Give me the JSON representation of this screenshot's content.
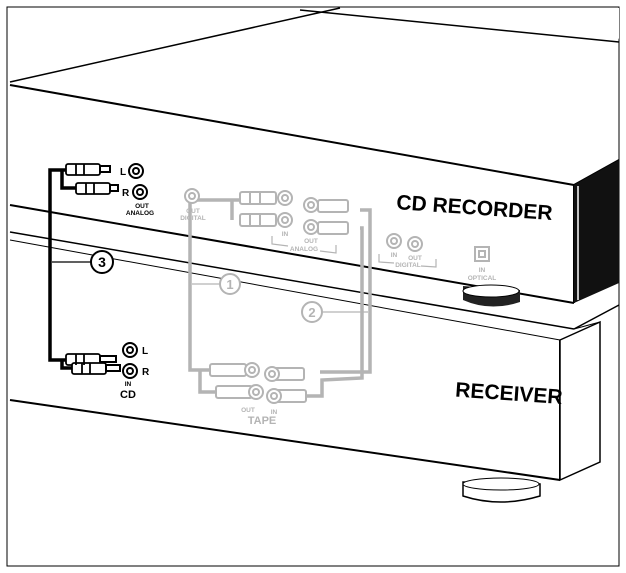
{
  "devices": {
    "recorder": {
      "name": "CD RECORDER"
    },
    "receiver": {
      "name": "RECEIVER"
    }
  },
  "recorder_panel": {
    "jack_l": "L",
    "jack_r": "R",
    "out_analog_1": "OUT",
    "out_analog_2": "ANALOG",
    "out_digital_1": "OUT",
    "out_digital_2": "DIGITAL",
    "analog_in": "IN",
    "analog_out": "OUT",
    "analog_group": "ANALOG",
    "digital_in": "IN",
    "digital_out": "OUT",
    "digital_group": "DIGITAL",
    "optical_in": "IN",
    "optical_label": "OPTICAL"
  },
  "receiver_panel": {
    "jack_l": "L",
    "jack_r": "R",
    "cd_in": "IN",
    "cd_label": "CD",
    "tape_out": "OUT",
    "tape_in": "IN",
    "tape_label": "TAPE"
  },
  "callouts": {
    "c1": "1",
    "c2": "2",
    "c3": "3"
  },
  "colors": {
    "line": "#000000",
    "faded": "#b4b4b4",
    "background": "#ffffff"
  }
}
